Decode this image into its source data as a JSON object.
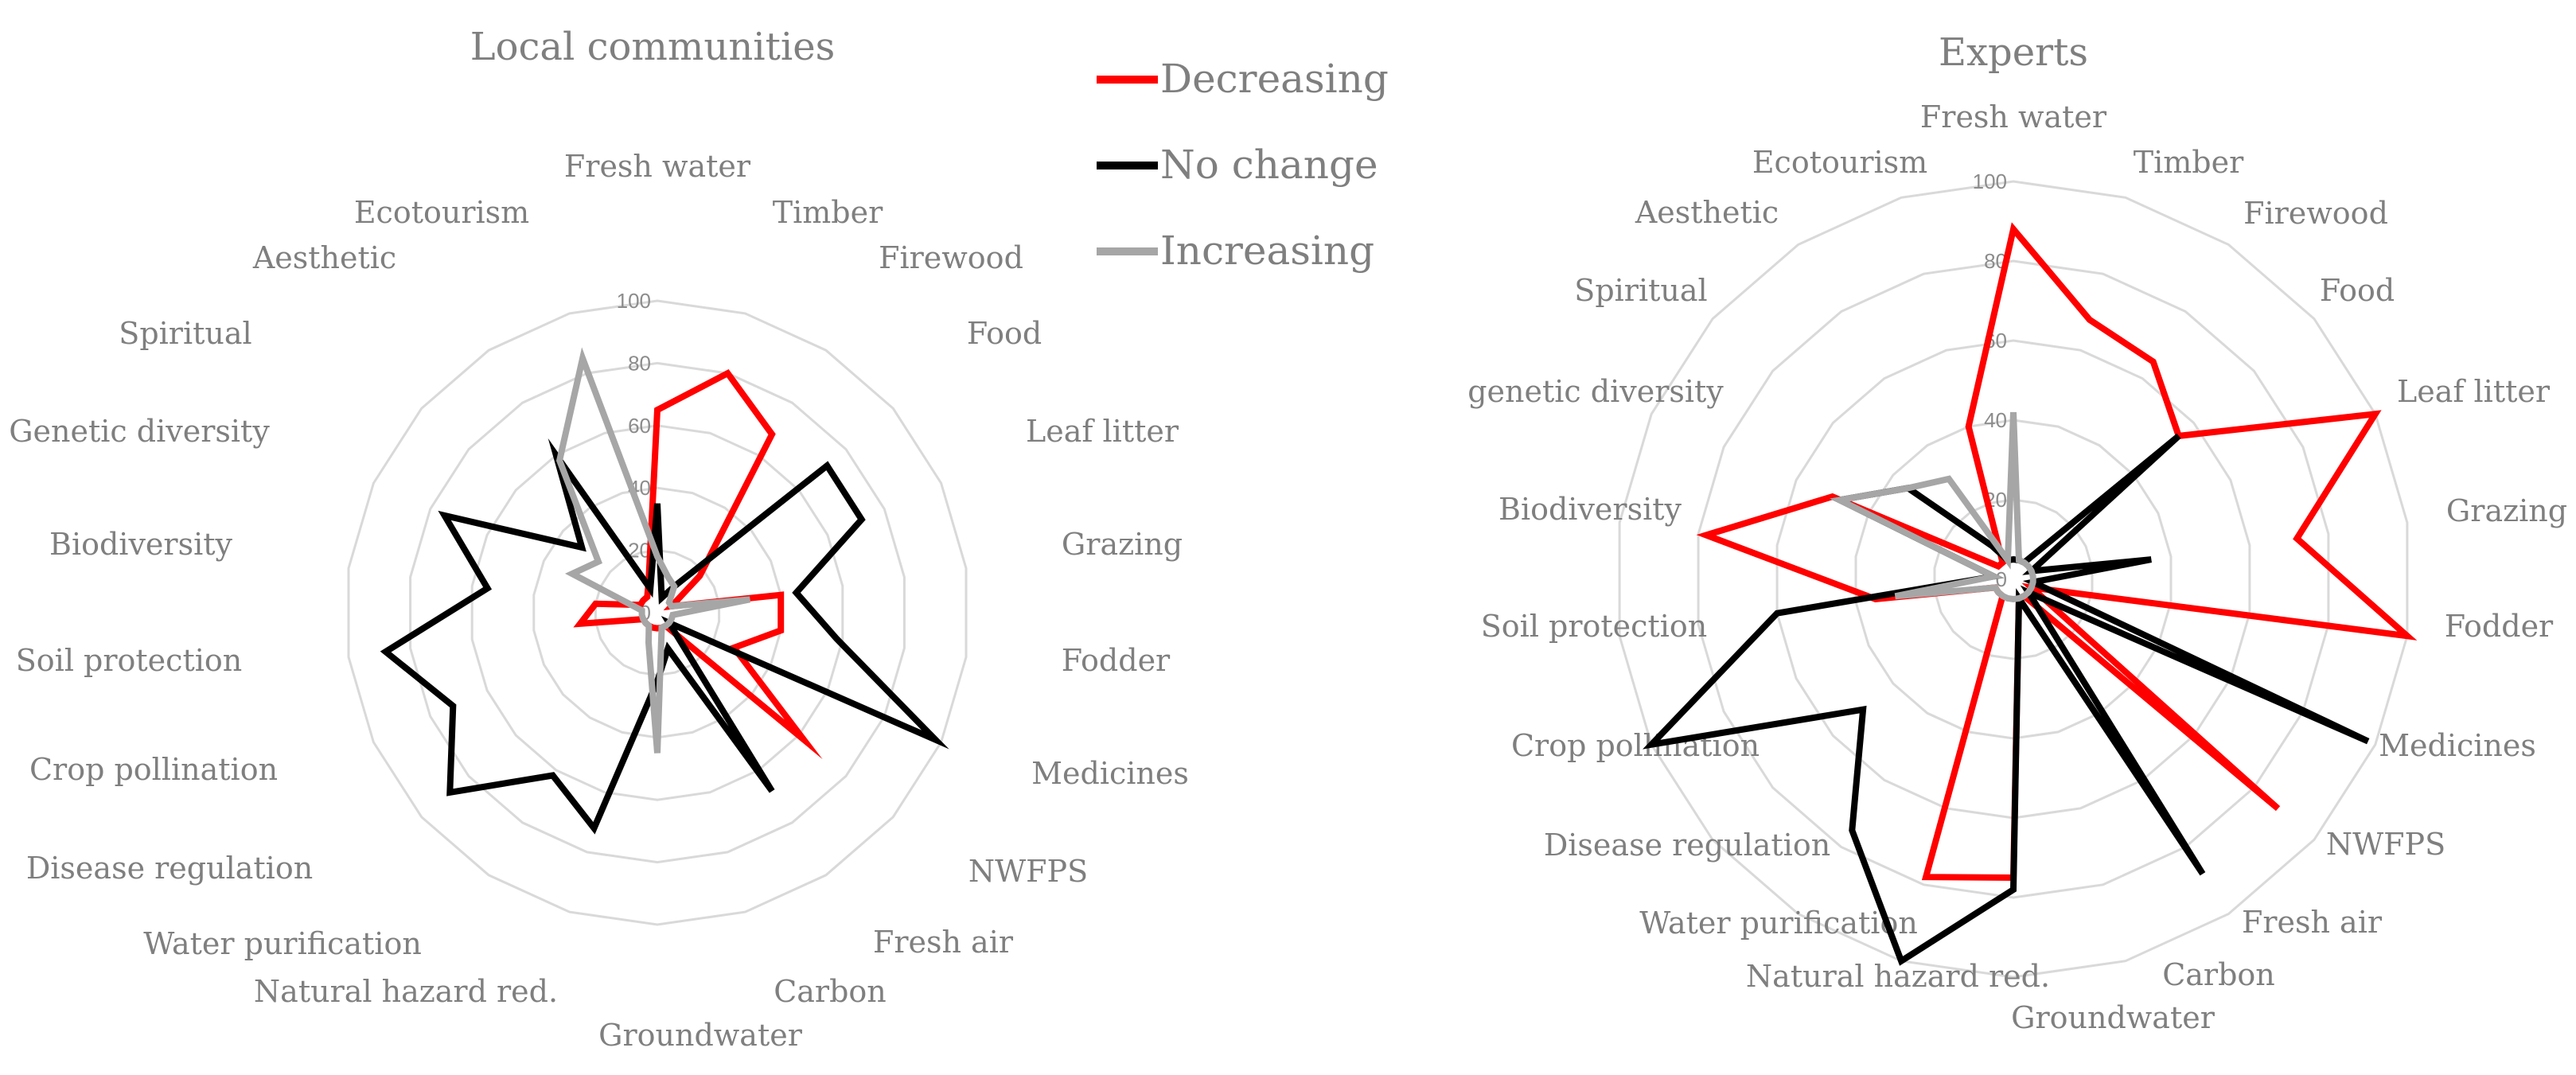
{
  "legend": [
    {
      "label": "Decreasing",
      "color": "#ff0000"
    },
    {
      "label": "No change",
      "color": "#000000"
    },
    {
      "label": "Increasing",
      "color": "#a6a6a6"
    }
  ],
  "chart_data": [
    {
      "type": "radar",
      "title": "Local communities",
      "categories": [
        "Fresh water",
        "Timber",
        "Firewood",
        "Food",
        "Leaf litter",
        "Grazing",
        "Fodder",
        "Medicines",
        "NWFPS",
        "Fresh air",
        "Carbon",
        "Groundwater",
        "Natural hazard red.",
        "Water purification",
        "Disease regulation",
        "Crop pollination",
        "Soil protection",
        "Biodiversity",
        "Genetic diversity",
        "Spiritual",
        "Aesthetic",
        "Ecotourism"
      ],
      "ticks": [
        "0",
        "20",
        "40",
        "60",
        "80",
        "100"
      ],
      "rlim": [
        0,
        100
      ],
      "series": [
        {
          "name": "Decreasing",
          "color": "#ff0000",
          "values": [
            65,
            80,
            68,
            18,
            5,
            40,
            40,
            27,
            62,
            5,
            5,
            5,
            5,
            5,
            5,
            5,
            25,
            20,
            6,
            6,
            6,
            10
          ]
        },
        {
          "name": "No change",
          "color": "#000000",
          "values": [
            35,
            5,
            10,
            72,
            72,
            45,
            58,
            98,
            5,
            68,
            12,
            22,
            72,
            62,
            88,
            72,
            88,
            55,
            75,
            32,
            60,
            8
          ]
        },
        {
          "name": "Increasing",
          "color": "#a6a6a6",
          "values": [
            18,
            12,
            10,
            5,
            5,
            30,
            5,
            5,
            5,
            5,
            5,
            45,
            10,
            5,
            5,
            5,
            5,
            5,
            30,
            25,
            58,
            85
          ]
        }
      ],
      "grid": true,
      "legend": "right"
    },
    {
      "type": "radar",
      "title": "Experts",
      "categories": [
        "Fresh water",
        "Timber",
        "Firewood",
        "Food",
        "Leaf litter",
        "Grazing",
        "Fodder",
        "Medicines",
        "NWFPS",
        "Fresh air",
        "Carbon",
        "Groundwater",
        "Natural hazard red.",
        "Water purification",
        "Disease regulation",
        "Crop pollination",
        "Soil protection",
        "Biodiversity",
        "genetic diversity",
        "Spiritual",
        "Aesthetic",
        "Ecotourism"
      ],
      "ticks": [
        "0",
        "20",
        "40",
        "60",
        "80",
        "100"
      ],
      "rlim": [
        0,
        100
      ],
      "series": [
        {
          "name": "Decreasing",
          "color": "#ff0000",
          "values": [
            88,
            68,
            65,
            55,
            100,
            72,
            100,
            5,
            88,
            5,
            5,
            75,
            78,
            5,
            5,
            5,
            35,
            78,
            50,
            5,
            5,
            40
          ]
        },
        {
          "name": "No change",
          "color": "#000000",
          "values": [
            5,
            5,
            5,
            55,
            5,
            35,
            5,
            98,
            5,
            88,
            5,
            78,
            100,
            75,
            50,
            100,
            60,
            5,
            48,
            35,
            10,
            5
          ]
        },
        {
          "name": "Increasing",
          "color": "#a6a6a6",
          "values": [
            42,
            5,
            5,
            5,
            5,
            5,
            5,
            5,
            5,
            5,
            5,
            5,
            5,
            5,
            5,
            5,
            30,
            5,
            48,
            35,
            30,
            5
          ]
        }
      ],
      "grid": true
    }
  ]
}
